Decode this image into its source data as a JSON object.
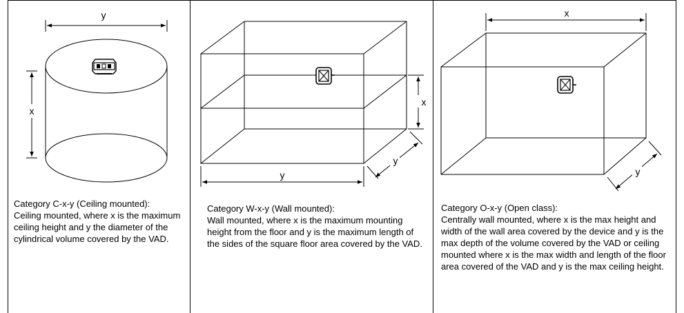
{
  "panels": [
    {
      "x_label": "x",
      "y_label": "y",
      "caption_title": "Category C-x-y (Ceiling mounted):",
      "caption_body": "Ceiling mounted, where x is the maximum ceiling height and y the diameter of the cylindrical volume covered by the VAD."
    },
    {
      "x_label": "x",
      "y_label": "y",
      "y_depth_label": "y",
      "caption_title": "Category W-x-y (Wall mounted):",
      "caption_body": "Wall mounted, where x is the maximum mounting height from the floor and y is the maximum length of the sides of the square floor area covered by the VAD."
    },
    {
      "x_label": "x",
      "y_label": "y",
      "caption_title": "Category O-x-y (Open class):",
      "caption_body": "Centrally wall mounted, where x is the max height and width of the wall area covered by the device and y is the max depth of the volume covered by the VAD or ceiling mounted where x is the max width and length of the floor area covered of the VAD and y is the max ceiling height."
    }
  ],
  "colors": {
    "line": "#000000",
    "background": "#ffffff"
  },
  "icons": [
    "ceiling-device-icon",
    "wall-device-icon",
    "open-class-device-icon"
  ]
}
